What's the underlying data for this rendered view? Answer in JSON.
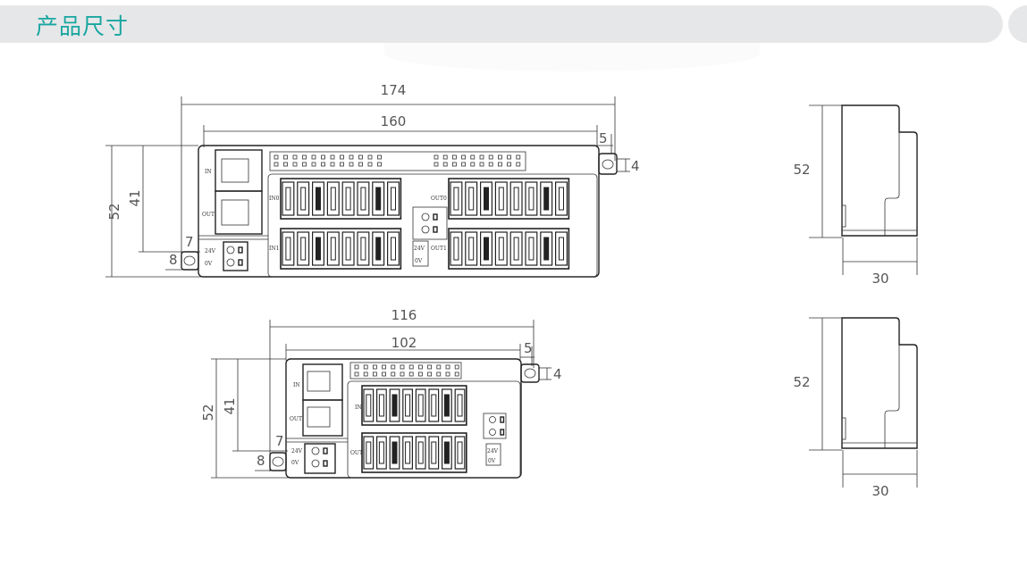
{
  "header": {
    "title": "产品尺寸",
    "accent_color": "#19a6a0"
  },
  "device_large": {
    "dims": {
      "overall_width": "174",
      "body_width": "160",
      "ear_offset": "5",
      "ear_hole": "4",
      "height": "52",
      "inner_height": "41",
      "left_gap": "7",
      "left_ear": "8"
    },
    "labels": {
      "port_in": "IN",
      "port_out": "OUT",
      "power_24v": "24V",
      "power_0v": "0V",
      "in0": "IN0",
      "in1": "IN1",
      "out0": "OUT0",
      "out1": "OUT1"
    },
    "connectors_per_group": 8
  },
  "device_small": {
    "dims": {
      "overall_width": "116",
      "body_width": "102",
      "ear_offset": "5",
      "ear_hole": "4",
      "height": "52",
      "inner_height": "41",
      "left_gap": "7",
      "left_ear": "8"
    },
    "labels": {
      "port_in": "IN",
      "port_out": "OUT",
      "power_24v": "24V",
      "power_0v": "0V",
      "in": "IN",
      "out": "OUT"
    },
    "connectors_per_group": 8
  },
  "side_view_1": {
    "height": "52",
    "depth": "30"
  },
  "side_view_2": {
    "height": "52",
    "depth": "30"
  }
}
